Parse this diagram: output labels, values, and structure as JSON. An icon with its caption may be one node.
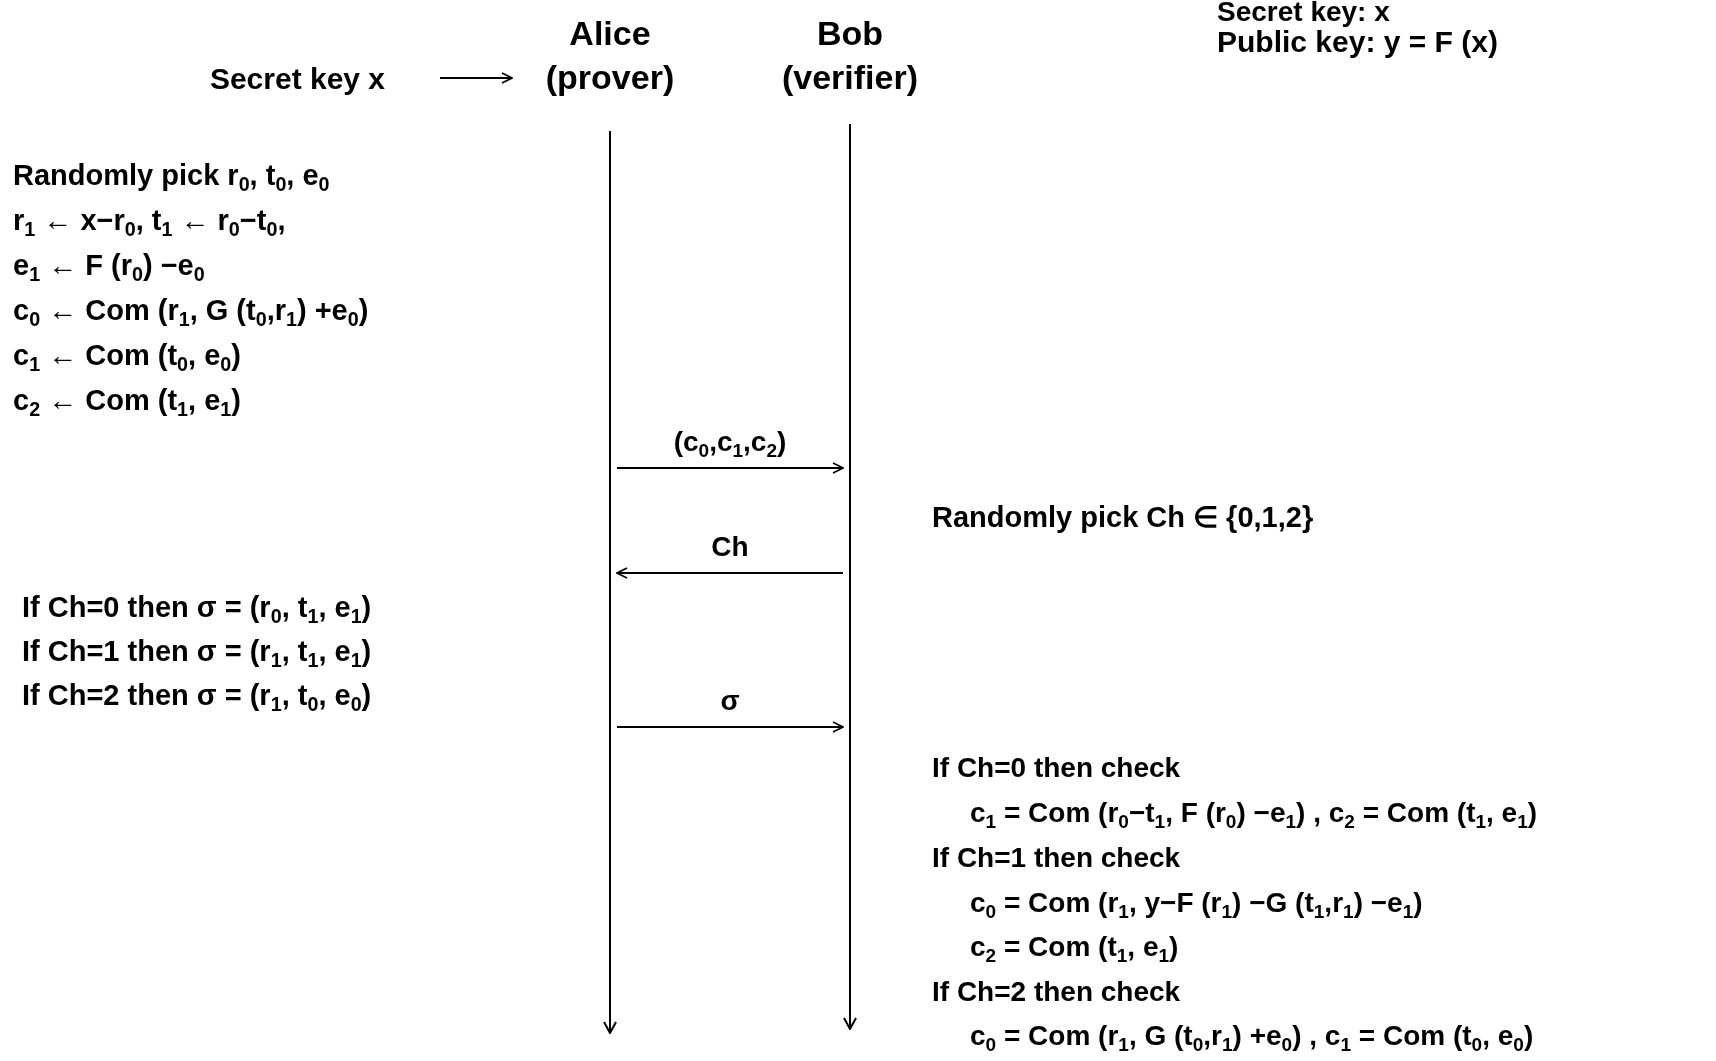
{
  "diagram": {
    "nodes": [
      {
        "text": [
          "Secret key x"
        ]
      },
      {
        "text": [
          "Alice (prover)"
        ]
      },
      {
        "text": [
          "Bob (verifier)"
        ]
      },
      {
        "text": [],
        "shape": "line"
      },
      {
        "text": [],
        "shape": "line"
      }
    ],
    "edges": [
      {
        "from": 0,
        "to": 1,
        "arrow": "to"
      },
      {
        "from": 3,
        "to": 4,
        "arrow": "to",
        "label": "(c$_{0}$,c$_{1}$,c$_{2}$)"
      },
      {
        "from": 4,
        "to": 3,
        "arrow": "to",
        "label": "Ch"
      },
      {
        "from": 3,
        "to": 4,
        "arrow": "to",
        "label": "σ"
      }
    ],
    "labels": [
      "Secret key: x",
      "Public key:  y = F (x)",
      "Randomly pick r$_{0}$, t$_{0}$, e$_{0}$",
      "r$_{1}$ ← x−r$_{0}$, t$_{1}$ ← r$_{0}$−t$_{0}$,",
      "e$_{1}$ ← F (r$_{0}$) −e$_{0}$",
      "c$_{0}$ ← Com (r$_{1}$, G (t$_{0}$,r$_{1}$) +e$_{0}$)",
      "c$_{1}$ ← Com (t$_{0}$, e$_{0}$)",
      "c$_{2}$ ← Com (t$_{1}$, e$_{1}$)",
      "Randomly pick Ch ∈ {0,1,2}",
      "If Ch=0 then σ = (r$_{0}$, t$_{1}$, e$_{1}$)",
      "If Ch=1 then σ = (r$_{1}$, t$_{1}$, e$_{1}$)",
      "If Ch=2 then σ = (r$_{1}$, t$_{0}$, e$_{0}$)",
      "If Ch=0 then check",
      "c$_{1}$ = Com (r$_{0}$−t$_{1}$, F (r$_{0}$) −e$_{1}$) , c$_{2}$ = Com (t$_{1}$, e$_{1}$)",
      "If Ch=1 then check",
      "c$_{0}$ = Com (r$_{1}$, y−F (r$_{1}$) −G (t$_{1}$,r$_{1}$) −e$_{1}$)",
      "c$_{2}$ = Com (t$_{1}$, e$_{1}$)",
      "If Ch=2 then check",
      "c$_{0}$ = Com (r$_{1}$, G (t$_{0}$,r$_{1}$) +e$_{0}$) , c$_{1}$ = Com (t$_{0}$, e$_{0}$)"
    ]
  }
}
